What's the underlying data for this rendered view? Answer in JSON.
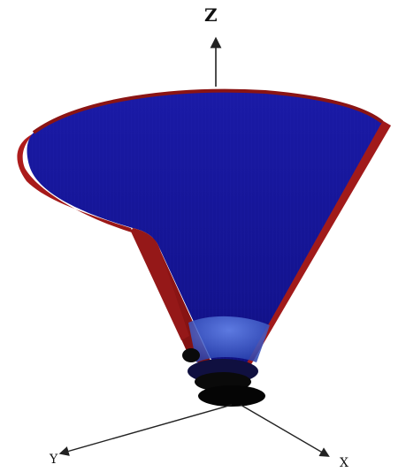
{
  "axes": {
    "z_label": "Z",
    "y_label": "Y",
    "x_label": "X"
  },
  "colors": {
    "background": "#ffffff",
    "cone_inner": "#16169a",
    "cone_inner_dark": "#0c0c70",
    "cone_shell": "#a11a1a",
    "cone_shell_dark": "#6a0c0c",
    "base_light_blue": "#4a6fd0",
    "base_black": "#0a0a0a",
    "axis_line": "#222222"
  }
}
